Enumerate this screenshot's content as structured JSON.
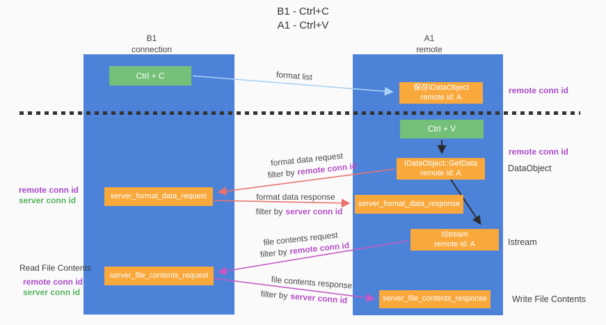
{
  "title": {
    "line1": "B1 - Ctrl+C",
    "line2": "A1 - Ctrl+V"
  },
  "lane_headers": {
    "left": {
      "line1": "B1",
      "line2": "connection"
    },
    "right": {
      "line1": "A1",
      "line2": "remote"
    }
  },
  "boxes": {
    "ctrl_c": {
      "label": "Ctrl + C"
    },
    "saved_dataobject": {
      "line1": "保存IDataObject",
      "line2": "remote id: A"
    },
    "ctrl_v": {
      "label": "Ctrl + V"
    },
    "getdata": {
      "line1": "IDataObject::GetData",
      "line2": "remote id: A"
    },
    "format_request": {
      "label": "server_format_data_request"
    },
    "format_response": {
      "label": "server_format_data_response"
    },
    "istream": {
      "line1": "IStream",
      "line2": "remote id: A"
    },
    "file_request": {
      "label": "server_file_contents_request"
    },
    "file_response": {
      "label": "server_file_contents_response"
    }
  },
  "arrow_labels": {
    "format_list": "format list",
    "format_data_request": "format data request",
    "format_data_response": "format data response",
    "file_contents_request": "file contents request",
    "file_contents_response": "file contents response",
    "filter_by": "filter by",
    "remote_conn_id": "remote conn id",
    "server_conn_id": "server conn id"
  },
  "side_labels": {
    "remote_conn_id": "remote conn id",
    "server_conn_id": "server conn id",
    "read_file_contents": "Read File Contents",
    "write_file_contents": "Write File Contents",
    "dataobject": "DataObject",
    "istream": "Istream"
  },
  "colors": {
    "lane_blue": "#4d82d9",
    "box_orange": "#f9a83c",
    "box_green": "#74c078",
    "arrow_light_blue": "#a9d2f2",
    "arrow_salmon": "#e8736d",
    "arrow_magenta": "#c45ac4",
    "arrow_black": "#2b2b2b",
    "text_purple": "#a94bc8",
    "text_green": "#55b45f"
  }
}
